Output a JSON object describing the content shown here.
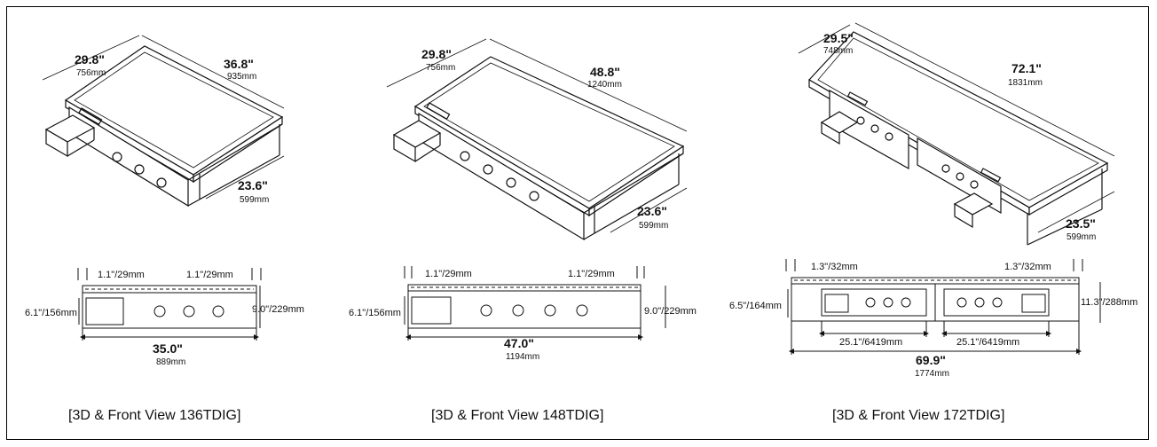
{
  "products": [
    {
      "caption": "[3D & Front View 136TDIG]",
      "iso": {
        "depth_in": "29.8\"",
        "depth_mm": "756mm",
        "width_in": "36.8\"",
        "width_mm": "935mm",
        "height_in": "23.6\"",
        "height_mm": "599mm"
      },
      "front": {
        "left_margin": "1.1\"/29mm",
        "right_margin": "1.1\"/29mm",
        "panel_height": "6.1\"/156mm",
        "total_height": "9.0\"/229mm",
        "width_in": "35.0\"",
        "width_mm": "889mm"
      }
    },
    {
      "caption": "[3D & Front View 148TDIG]",
      "iso": {
        "depth_in": "29.8\"",
        "depth_mm": "756mm",
        "width_in": "48.8\"",
        "width_mm": "1240mm",
        "height_in": "23.6\"",
        "height_mm": "599mm"
      },
      "front": {
        "left_margin": "1.1\"/29mm",
        "right_margin": "1.1\"/29mm",
        "panel_height": "6.1\"/156mm",
        "total_height": "9.0\"/229mm",
        "width_in": "47.0\"",
        "width_mm": "1194mm"
      }
    },
    {
      "caption": "[3D & Front View 172TDIG]",
      "iso": {
        "depth_in": "29.5\"",
        "depth_mm": "748mm",
        "width_in": "72.1\"",
        "width_mm": "1831mm",
        "height_in": "23.5\"",
        "height_mm": "599mm"
      },
      "front": {
        "left_margin": "1.3\"/32mm",
        "right_margin": "1.3\"/32mm",
        "panel_height": "6.5\"/164mm",
        "total_height": "11.3\"/288mm",
        "section_left": "25.1\"/6419mm",
        "section_right": "25.1\"/6419mm",
        "width_in": "69.9\"",
        "width_mm": "1774mm"
      }
    }
  ]
}
